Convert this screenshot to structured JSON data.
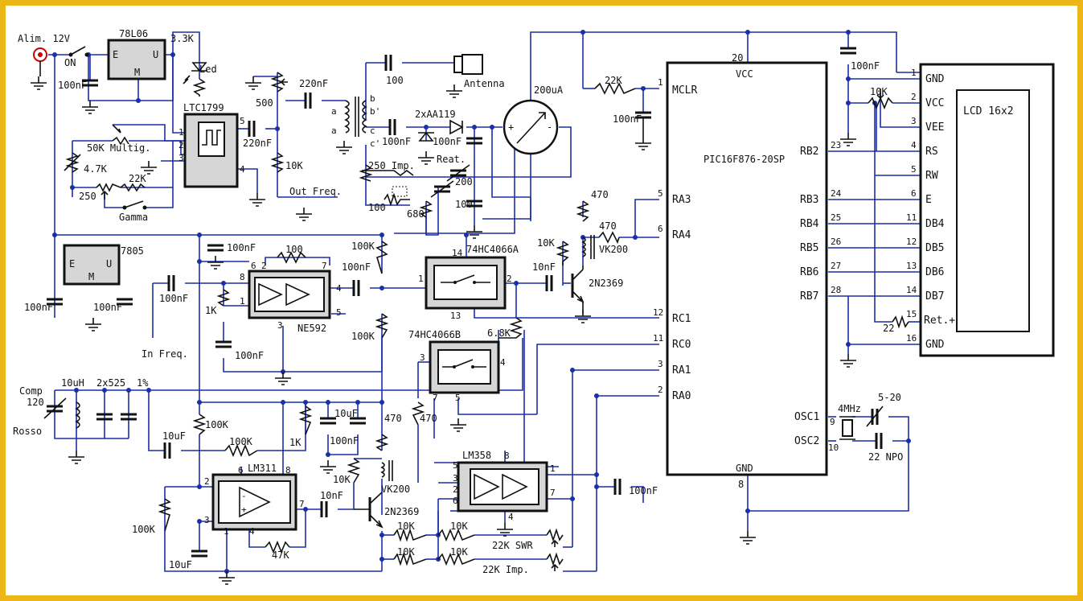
{
  "colors": {
    "frame": "#ecb716",
    "wire": "#1a2fa8",
    "component": "#111111",
    "ic_fill": "#d6d6d6"
  },
  "power": {
    "supply_label": "Alim. 12V",
    "switch_label": "ON",
    "regulator1": "78L06",
    "reg1_in": "E",
    "reg1_out": "U",
    "reg1_gnd": "M",
    "led_resistor": "3.3K",
    "led_label": "Led",
    "regulator2": "7805",
    "reg2_in": "E",
    "reg2_out": "U",
    "reg2_gnd": "M"
  },
  "oscillator": {
    "chip": "LTC1799",
    "pins": [
      "1",
      "2",
      "3",
      "4",
      "5"
    ],
    "pot_multig": "50K Multig.",
    "r_4k7": "4.7K",
    "r_22k": "22K",
    "trimmer_250": "250",
    "switch_gamma": "Gamma",
    "cap_out": "220nF",
    "output_label": "Out Freq."
  },
  "bridge": {
    "pot_500": "500",
    "cap_220nf": "220nF",
    "r_10k": "10K",
    "cap_100": "100",
    "antenna": "Antenna",
    "diodes": "2xAA119",
    "cap_100nf_a": "100nF",
    "cap_100nf_b": "100nF",
    "meter": "200uA",
    "r_250_imp": "250 Imp.",
    "reat_label": "Reat.",
    "trim_200": "200",
    "cap_100_c": "100",
    "r_100": "100",
    "r_680": "680",
    "taps": [
      "a",
      "a",
      "b",
      "b'",
      "c",
      "c'"
    ]
  },
  "mixer": {
    "chip": "NE592",
    "pins": [
      "1",
      "2",
      "3",
      "4",
      "5",
      "6",
      "7",
      "8"
    ],
    "r_100": "100",
    "c_in": "100nF",
    "r_1k": "1K",
    "c_bypass": "100nF",
    "c_out": "100nF",
    "r_100k_a": "100K",
    "r_100k_b": "100K",
    "input_label": "In Freq.",
    "c_reg_a": "100nF",
    "c_reg_b": "100nF",
    "c_reg_c": "100nF"
  },
  "switches": {
    "chip_a": "74HC4066A",
    "chip_b": "74HC4066B",
    "pins_a": [
      "14",
      "1",
      "2",
      "13"
    ],
    "pins_b": [
      "3",
      "4",
      "7",
      "5"
    ],
    "r_6k8": "6.8K",
    "r_470": "470"
  },
  "transistor_stage1": {
    "part": "2N2369",
    "r_10k": "10K",
    "c_10nf": "10nF",
    "r_470_a": "470",
    "r_470_b": "470",
    "choke": "VK200"
  },
  "mcu": {
    "part": "PIC16F876-20SP",
    "vcc_label": "VCC",
    "gnd_label": "GND",
    "vcc_pin": "20",
    "gnd_pin": "8",
    "r_mclr": "22K",
    "c_mclr": "100nF",
    "left_pins": [
      {
        "num": "1",
        "name": "MCLR"
      },
      {
        "num": "5",
        "name": "RA3"
      },
      {
        "num": "6",
        "name": "RA4"
      },
      {
        "num": "12",
        "name": "RC1"
      },
      {
        "num": "11",
        "name": "RC0"
      },
      {
        "num": "3",
        "name": "RA1"
      },
      {
        "num": "2",
        "name": "RA0"
      }
    ],
    "right_pins": [
      {
        "num": "23",
        "name": "RB2"
      },
      {
        "num": "24",
        "name": "RB3"
      },
      {
        "num": "25",
        "name": "RB4"
      },
      {
        "num": "26",
        "name": "RB5"
      },
      {
        "num": "27",
        "name": "RB6"
      },
      {
        "num": "28",
        "name": "RB7"
      },
      {
        "num": "9",
        "name": "OSC1"
      },
      {
        "num": "10",
        "name": "OSC2"
      }
    ],
    "crystal": "4MHz",
    "trimmer": "5-20",
    "cap_npo": "22 NPO"
  },
  "lcd": {
    "part": "LCD 16x2",
    "cap": "100nF",
    "pot": "10K",
    "r_backlight": "22",
    "pins": [
      {
        "num": "1",
        "name": "GND"
      },
      {
        "num": "2",
        "name": "VCC"
      },
      {
        "num": "3",
        "name": "VEE"
      },
      {
        "num": "4",
        "name": "RS"
      },
      {
        "num": "5",
        "name": "RW"
      },
      {
        "num": "6",
        "name": "E"
      },
      {
        "num": "11",
        "name": "DB4"
      },
      {
        "num": "12",
        "name": "DB5"
      },
      {
        "num": "13",
        "name": "DB6"
      },
      {
        "num": "14",
        "name": "DB7"
      },
      {
        "num": "15",
        "name": "Ret.+"
      },
      {
        "num": "16",
        "name": "GND"
      }
    ]
  },
  "comparator": {
    "chip": "LM311",
    "pins": [
      "2",
      "6",
      "8",
      "3",
      "1",
      "4",
      "7"
    ],
    "r_100k_a": "100K",
    "r_100k_b": "100K",
    "r_100k_c": "100K",
    "r_1k": "1K",
    "c_10uf_a": "10uF",
    "c_10uf_b": "10uF",
    "c_10uf_c": "10uF",
    "c_100nf": "100nF",
    "r_47k": "47K",
    "c_10nf": "10nF"
  },
  "input_filter": {
    "comp_label": "Comp",
    "trim_120": "120",
    "rosso": "Rosso",
    "inductor": "10uH",
    "caps": "2x525",
    "tol": "1%"
  },
  "transistor_stage2": {
    "part": "2N2369",
    "r_10k": "10K",
    "r_470": "470",
    "choke": "VK200"
  },
  "opamp": {
    "chip": "LM358",
    "pins": [
      "5",
      "8",
      "3",
      "2",
      "6",
      "1",
      "7",
      "4"
    ],
    "c_100nf": "100nF",
    "r_10k": [
      "10K",
      "10K",
      "10K",
      "10K"
    ],
    "pot_swr": "22K SWR",
    "pot_imp": "22K Imp."
  }
}
